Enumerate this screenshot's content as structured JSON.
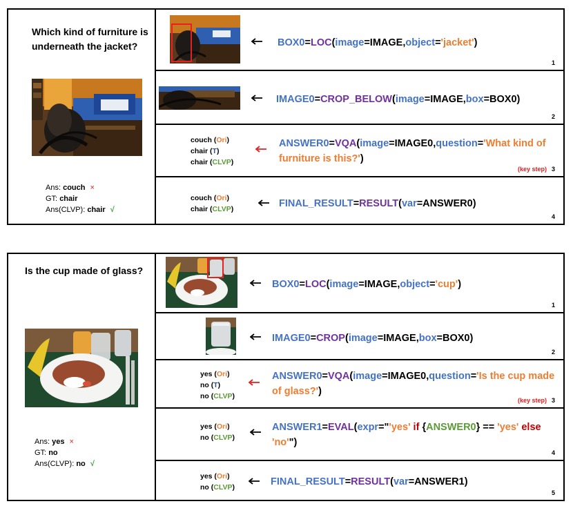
{
  "examples": [
    {
      "question": "Which kind of furniture is underneath the jacket?",
      "answer": {
        "label": "Ans:",
        "value": "couch",
        "mark": "×"
      },
      "gt": {
        "label": "GT:",
        "value": "chair"
      },
      "clvp": {
        "label": "Ans(CLVP):",
        "value": "chair",
        "mark": "√"
      },
      "steps": [
        {
          "num": "1",
          "code": [
            {
              "t": "BOX0",
              "c": "blue"
            },
            {
              "t": "=",
              "c": "black"
            },
            {
              "t": "LOC",
              "c": "purple"
            },
            {
              "t": "(",
              "c": "black"
            },
            {
              "t": "image",
              "c": "blue"
            },
            {
              "t": "=IMAGE,",
              "c": "black"
            },
            {
              "t": "object",
              "c": "blue"
            },
            {
              "t": "=",
              "c": "black"
            },
            {
              "t": "'jacket'",
              "c": "orange"
            },
            {
              "t": ")",
              "c": "black"
            }
          ]
        },
        {
          "num": "2",
          "code": [
            {
              "t": "IMAGE0",
              "c": "blue"
            },
            {
              "t": "=",
              "c": "black"
            },
            {
              "t": "CROP_BELOW",
              "c": "purple"
            },
            {
              "t": "(",
              "c": "black"
            },
            {
              "t": "image",
              "c": "blue"
            },
            {
              "t": "=IMAGE,",
              "c": "black"
            },
            {
              "t": "box",
              "c": "blue"
            },
            {
              "t": "=BOX0)",
              "c": "black"
            }
          ]
        },
        {
          "num": "3",
          "key": "(key step)",
          "outputs": [
            {
              "v": "couch",
              "tag": "Ori",
              "c": "orange"
            },
            {
              "v": "chair",
              "tag": "T",
              "c": "dblue"
            },
            {
              "v": "chair",
              "tag": "CLVP",
              "c": "green"
            }
          ],
          "code": [
            {
              "t": "ANSWER0",
              "c": "blue"
            },
            {
              "t": "=",
              "c": "black"
            },
            {
              "t": "VQA",
              "c": "purple"
            },
            {
              "t": "(",
              "c": "black"
            },
            {
              "t": "image",
              "c": "blue"
            },
            {
              "t": "=IMAGE0,",
              "c": "black"
            },
            {
              "t": "question",
              "c": "blue"
            },
            {
              "t": "=",
              "c": "black"
            },
            {
              "t": "'What kind of furniture is this?'",
              "c": "orange"
            },
            {
              "t": ")",
              "c": "black"
            }
          ]
        },
        {
          "num": "4",
          "outputs": [
            {
              "v": "couch",
              "tag": "Ori",
              "c": "orange"
            },
            {
              "v": "chair",
              "tag": "CLVP",
              "c": "green"
            }
          ],
          "code": [
            {
              "t": "FINAL_RESULT",
              "c": "blue"
            },
            {
              "t": "=",
              "c": "black"
            },
            {
              "t": "RESULT",
              "c": "purple"
            },
            {
              "t": "(",
              "c": "black"
            },
            {
              "t": "var",
              "c": "blue"
            },
            {
              "t": "=ANSWER0)",
              "c": "black"
            }
          ]
        }
      ]
    },
    {
      "question": "Is the cup made of glass?",
      "answer": {
        "label": "Ans:",
        "value": "yes",
        "mark": "×"
      },
      "gt": {
        "label": "GT:",
        "value": "no"
      },
      "clvp": {
        "label": "Ans(CLVP):",
        "value": "no",
        "mark": "√"
      },
      "steps": [
        {
          "num": "1",
          "code": [
            {
              "t": "BOX0",
              "c": "blue"
            },
            {
              "t": "=",
              "c": "black"
            },
            {
              "t": "LOC",
              "c": "purple"
            },
            {
              "t": "(",
              "c": "black"
            },
            {
              "t": "image",
              "c": "blue"
            },
            {
              "t": "=IMAGE,",
              "c": "black"
            },
            {
              "t": "object",
              "c": "blue"
            },
            {
              "t": "=",
              "c": "black"
            },
            {
              "t": "'cup'",
              "c": "orange"
            },
            {
              "t": ")",
              "c": "black"
            }
          ]
        },
        {
          "num": "2",
          "code": [
            {
              "t": "IMAGE0",
              "c": "blue"
            },
            {
              "t": "=",
              "c": "black"
            },
            {
              "t": "CROP",
              "c": "purple"
            },
            {
              "t": "(",
              "c": "black"
            },
            {
              "t": "image",
              "c": "blue"
            },
            {
              "t": "=IMAGE,",
              "c": "black"
            },
            {
              "t": "box",
              "c": "blue"
            },
            {
              "t": "=BOX0)",
              "c": "black"
            }
          ]
        },
        {
          "num": "3",
          "key": "(key step)",
          "outputs": [
            {
              "v": "yes",
              "tag": "Ori",
              "c": "orange"
            },
            {
              "v": "no",
              "tag": "T",
              "c": "dblue"
            },
            {
              "v": "no",
              "tag": "CLVP",
              "c": "green"
            }
          ],
          "code": [
            {
              "t": "ANSWER0",
              "c": "blue"
            },
            {
              "t": "=",
              "c": "black"
            },
            {
              "t": "VQA",
              "c": "purple"
            },
            {
              "t": "(",
              "c": "black"
            },
            {
              "t": "image",
              "c": "blue"
            },
            {
              "t": "=IMAGE0,",
              "c": "black"
            },
            {
              "t": "question",
              "c": "blue"
            },
            {
              "t": "=",
              "c": "black"
            },
            {
              "t": "'Is the cup made of glass?'",
              "c": "orange"
            },
            {
              "t": ")",
              "c": "black"
            }
          ]
        },
        {
          "num": "4",
          "outputs": [
            {
              "v": "yes",
              "tag": "Ori",
              "c": "orange"
            },
            {
              "v": "no",
              "tag": "CLVP",
              "c": "green"
            }
          ],
          "code": [
            {
              "t": "ANSWER1",
              "c": "blue"
            },
            {
              "t": "=",
              "c": "black"
            },
            {
              "t": "EVAL",
              "c": "purple"
            },
            {
              "t": "(",
              "c": "black"
            },
            {
              "t": "expr",
              "c": "blue"
            },
            {
              "t": "=\"",
              "c": "black"
            },
            {
              "t": "'yes'",
              "c": "orange"
            },
            {
              "t": " if ",
              "c": "red"
            },
            {
              "t": "{",
              "c": "black"
            },
            {
              "t": "ANSWER0",
              "c": "green"
            },
            {
              "t": "} == ",
              "c": "black"
            },
            {
              "t": "'yes'",
              "c": "orange"
            },
            {
              "t": " else ",
              "c": "red"
            },
            {
              "t": "'no'",
              "c": "orange"
            },
            {
              "t": "\")",
              "c": "black"
            }
          ]
        },
        {
          "num": "5",
          "outputs": [
            {
              "v": "yes",
              "tag": "Ori",
              "c": "orange"
            },
            {
              "v": "no",
              "tag": "CLVP",
              "c": "green"
            }
          ],
          "code": [
            {
              "t": "FINAL_RESULT",
              "c": "blue"
            },
            {
              "t": "=",
              "c": "black"
            },
            {
              "t": "RESULT",
              "c": "purple"
            },
            {
              "t": "(",
              "c": "black"
            },
            {
              "t": "var",
              "c": "blue"
            },
            {
              "t": "=ANSWER1)",
              "c": "black"
            }
          ]
        }
      ]
    }
  ],
  "colors": {
    "blue": "#4472c4",
    "purple": "#7030a0",
    "orange": "#ed7d31",
    "green": "#5b9b35",
    "red": "#c00000",
    "key_red": "#e02020"
  }
}
